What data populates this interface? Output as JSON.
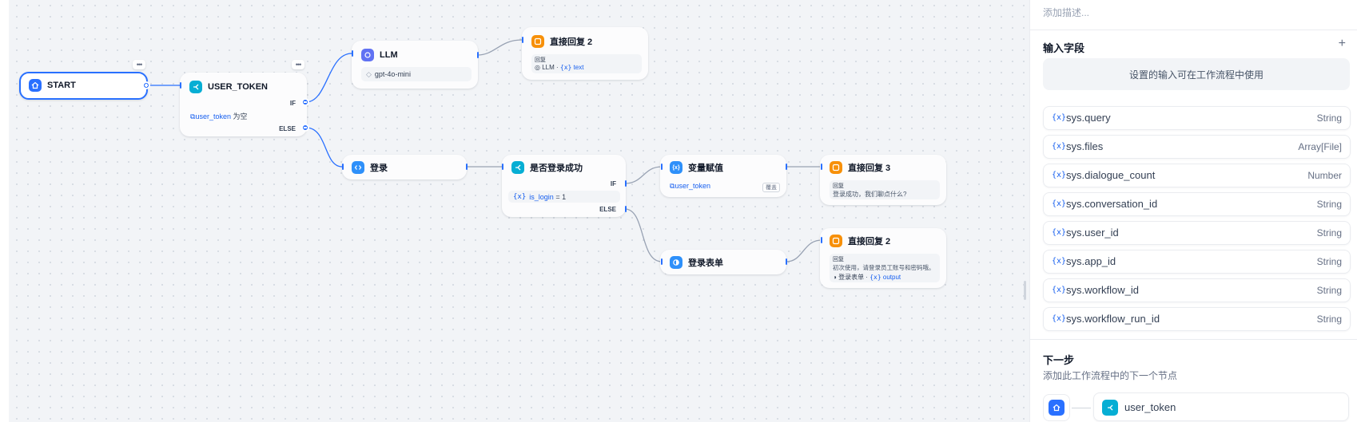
{
  "nodes": {
    "start": {
      "title": "START"
    },
    "user_token": {
      "title": "USER_TOKEN",
      "if_label": "IF",
      "else_label": "ELSE",
      "cond_var": "user_token",
      "cond_op": "为空"
    },
    "llm": {
      "title": "LLM",
      "model": "gpt-4o-mini"
    },
    "reply2_top": {
      "title": "直接回复 2",
      "label": "回复",
      "ref_node": "LLM",
      "ref_var": "text"
    },
    "login": {
      "title": "登录"
    },
    "check_login": {
      "title": "是否登录成功",
      "if_label": "IF",
      "else_label": "ELSE",
      "cond_var": "is_login",
      "cond_op": "= 1"
    },
    "var_assign": {
      "title": "变量赋值",
      "var": "user_token",
      "tag": "覆盖"
    },
    "reply3": {
      "title": "直接回复 3",
      "label": "回复",
      "text": "登录成功，我们聊点什么?"
    },
    "login_form": {
      "title": "登录表单"
    },
    "reply2_bottom": {
      "title": "直接回复 2",
      "label": "回复",
      "text": "初次使用，请登录员工账号和密码哦。",
      "ref_node": "登录表单",
      "ref_var": "output"
    }
  },
  "panel": {
    "description_placeholder": "添加描述...",
    "input_fields_title": "输入字段",
    "add_icon": "plus-icon",
    "empty_hint": "设置的输入可在工作流程中使用",
    "variables": [
      {
        "name": "sys.query",
        "type": "String"
      },
      {
        "name": "sys.files",
        "type": "Array[File]"
      },
      {
        "name": "sys.dialogue_count",
        "type": "Number"
      },
      {
        "name": "sys.conversation_id",
        "type": "String"
      },
      {
        "name": "sys.user_id",
        "type": "String"
      },
      {
        "name": "sys.app_id",
        "type": "String"
      },
      {
        "name": "sys.workflow_id",
        "type": "String"
      },
      {
        "name": "sys.workflow_run_id",
        "type": "String"
      }
    ],
    "next_step_title": "下一步",
    "next_step_desc": "添加此工作流程中的下一个节点",
    "next_node": "user_token"
  },
  "colors": {
    "accent": "#2970ff",
    "start_icon": "#2970ff",
    "ifelse_icon": "#06aed4",
    "llm_icon": "#6172f3",
    "answer_icon": "#f79009",
    "code_icon": "#2e90fa"
  }
}
